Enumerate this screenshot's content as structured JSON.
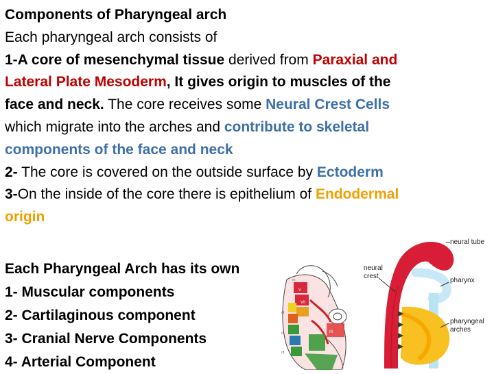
{
  "title": "Components of Pharyngeal arch",
  "intro": "Each pharyngeal arch consists of",
  "item1": {
    "a": "1-A core of mesenchymal tissue",
    "b": " derived from ",
    "c": "Paraxial and",
    "d": "Lateral Plate Mesoderm",
    "e": ", It gives origin to muscles of the",
    "f": "face and neck.",
    "g": " The core receives some ",
    "h": "Neural Crest Cells",
    "i": "which migrate into the arches and ",
    "j": "contribute to skeletal",
    "k": "components of the face and neck"
  },
  "item2": {
    "num": "2-",
    "text": " The core is covered on the outside surface by ",
    "term": "Ectoderm"
  },
  "item3": {
    "num": "3-",
    "text": "On the inside of the core there is epithelium of ",
    "term": "Endodermal",
    "term2": "origin"
  },
  "list": {
    "heading": "Each Pharyngeal Arch has its own",
    "items": [
      "1- Muscular components",
      "2- Cartilaginous component",
      "3- Cranial Nerve Components",
      "4- Arterial Component"
    ]
  },
  "figure": {
    "labels": {
      "neural_tube": "neural tube",
      "neural_crest_1": "neural",
      "neural_crest_2": "crest",
      "pharynx": "pharynx",
      "arches_1": "pharyngeal",
      "arches_2": "arches"
    }
  },
  "colors": {
    "red": "#c00000",
    "blue": "#3d6fa8",
    "orange": "#f0a000"
  }
}
